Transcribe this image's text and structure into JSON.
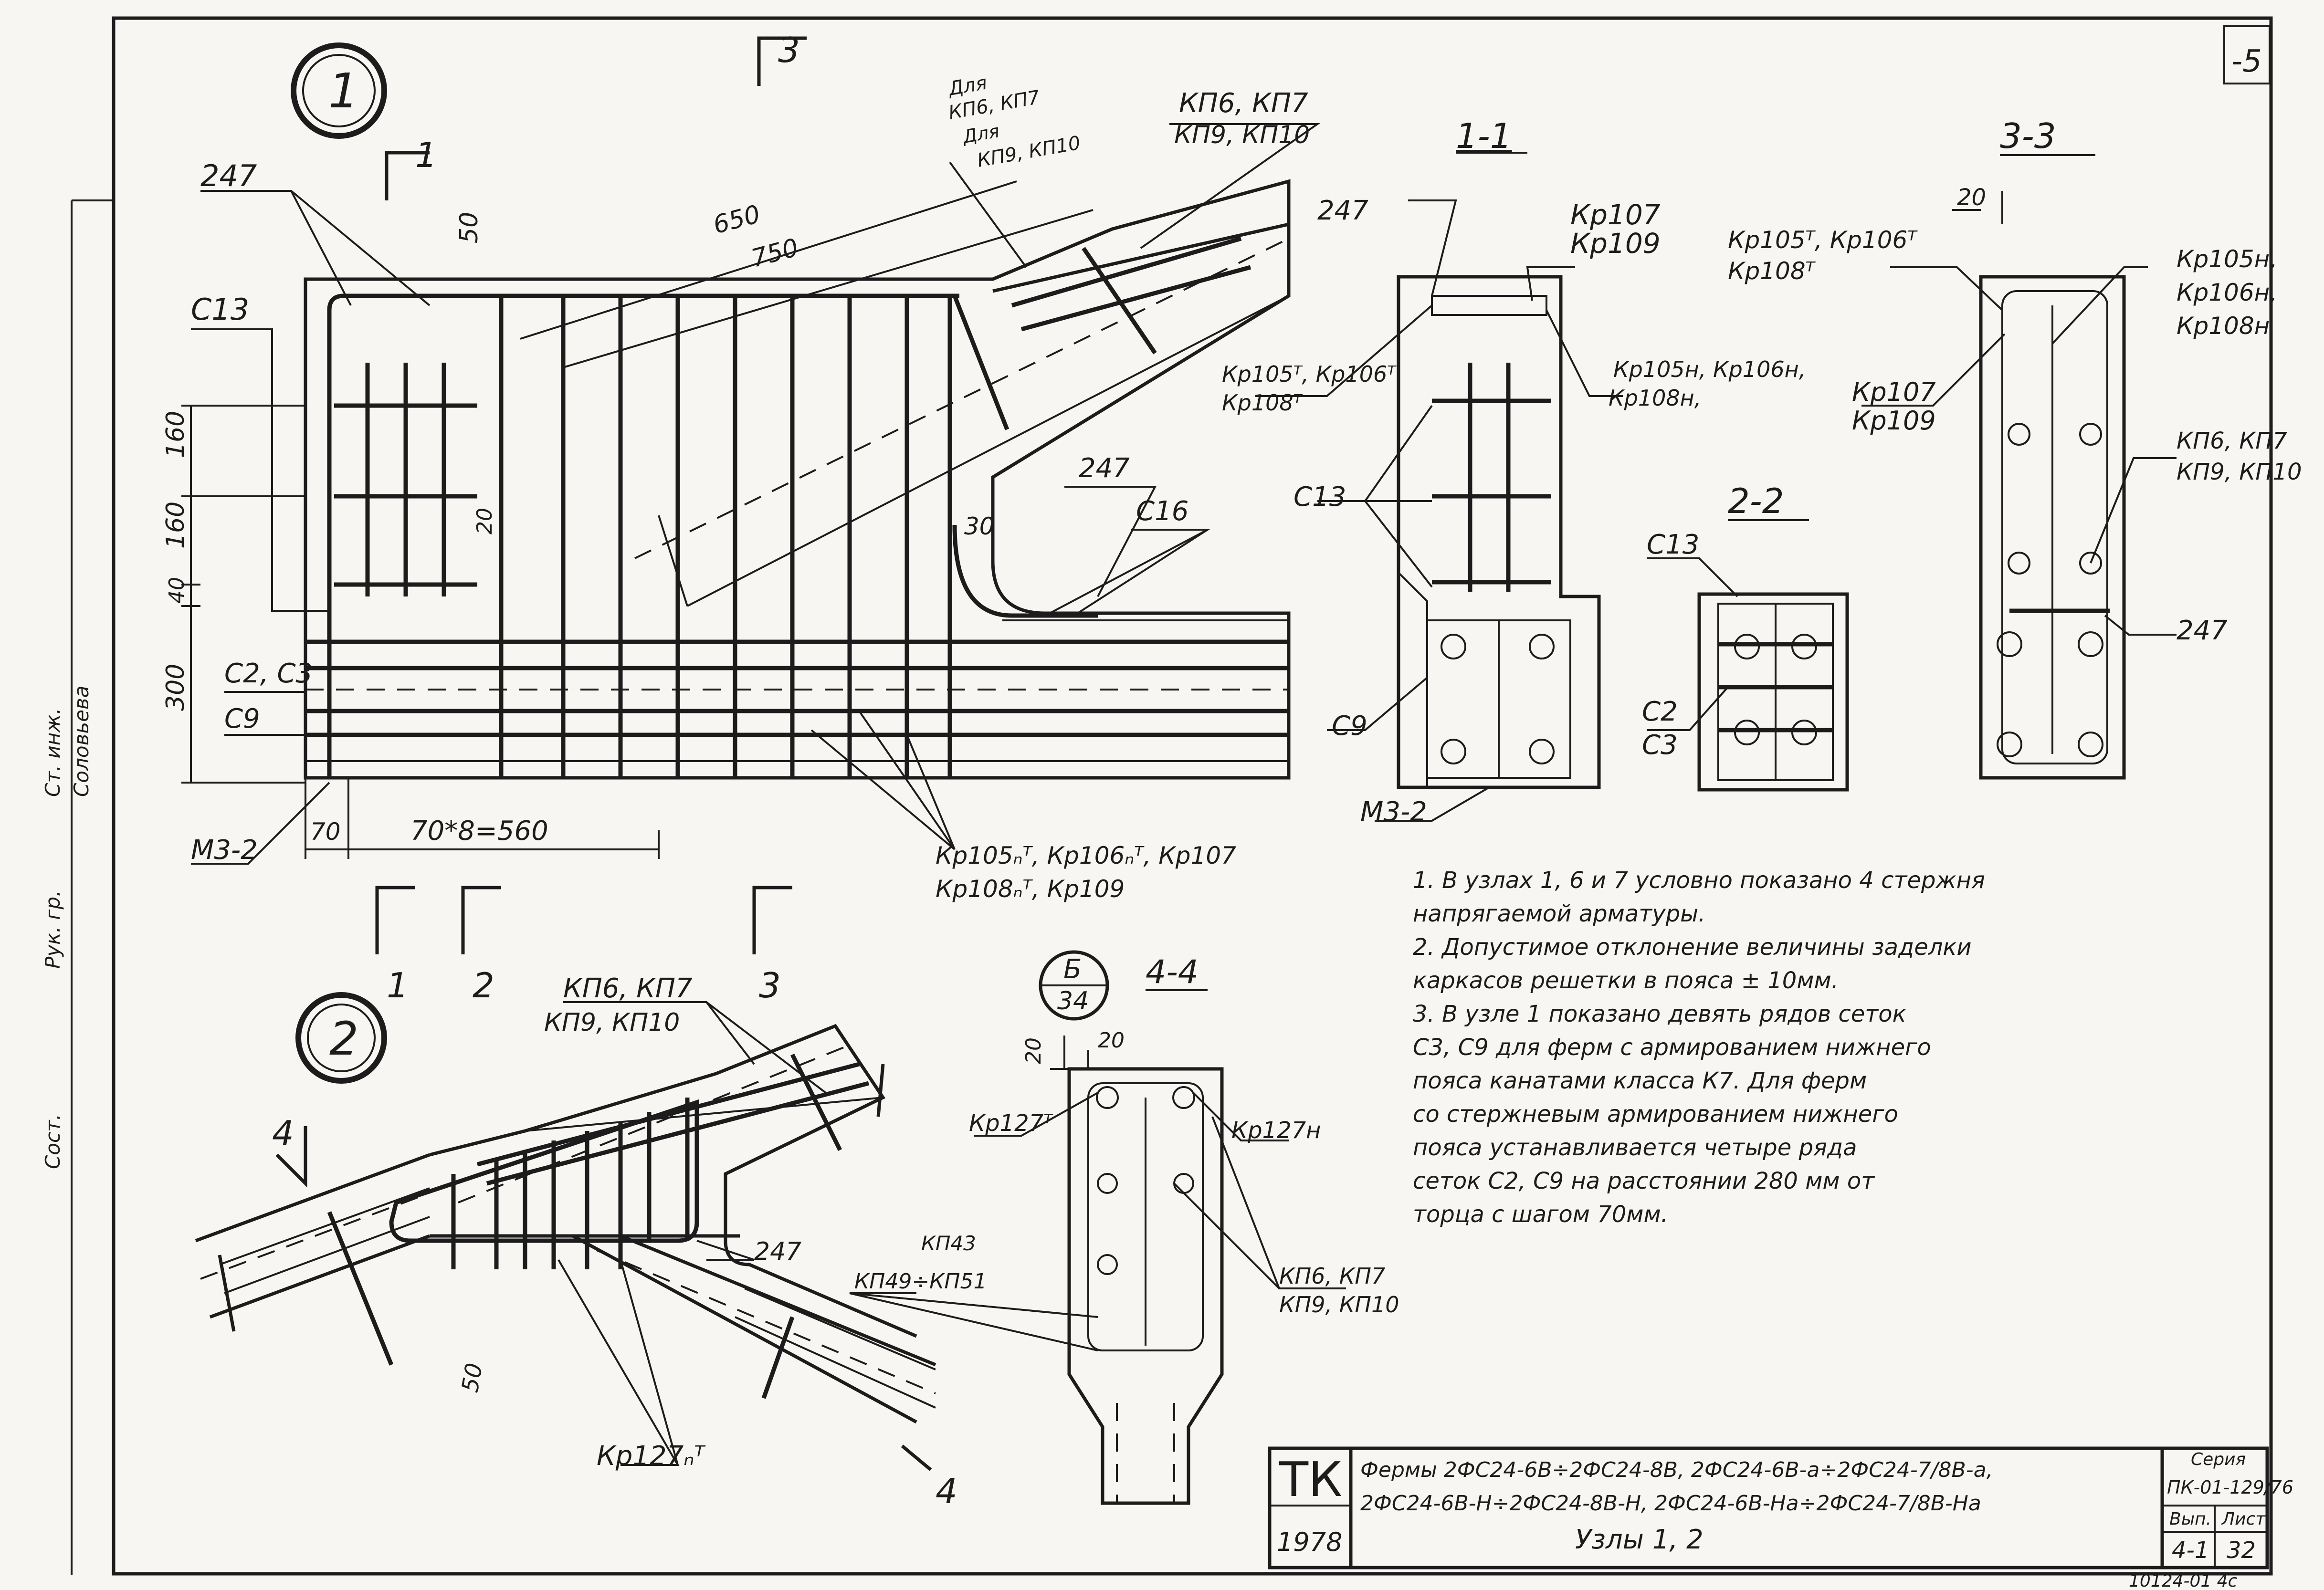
{
  "sheet": {
    "sheet_corner": "-5",
    "left_margin_text": [
      "Сост.",
      "Рук. гр.",
      "Ст. инж.",
      "Соловьева"
    ]
  },
  "node_1": {
    "badge": "1",
    "section_marks": [
      "1",
      "2",
      "3",
      "3"
    ],
    "dims": {
      "d50": "50",
      "d650": "650",
      "d750": "750",
      "d160a": "160",
      "d160b": "160",
      "d40": "40",
      "d300": "300",
      "d20": "20",
      "d70": "70",
      "d30": "30",
      "pitch": "70*8=560"
    },
    "labels": {
      "l247a": "247",
      "c13": "С13",
      "c2c3": "С2, С3",
      "c9": "С9",
      "m32": "М3-2",
      "kp6kp7": "КП6, КП7",
      "kp9kp10": "КП9, КП10",
      "note_a1": "Для",
      "note_a2": "КП6, КП7",
      "note_a3": "Для",
      "note_a4": "КП9, КП10",
      "l247b": "247",
      "c16": "С16",
      "kr_bottom1": "Кр105ₙᵀ, Кр106ₙᵀ, Кр107",
      "kr_bottom2": "Кр108ₙᵀ, Кр109"
    }
  },
  "section_1_1": {
    "title": "1-1",
    "labels": {
      "l247": "247",
      "kr107": "Кр107",
      "kr109": "Кр109",
      "krL1": "Кр105ᵀ, Кр106ᵀ",
      "krL2": "Кр108ᵀ",
      "krR1": "Кр105н, Кр106н,",
      "krR2": "Кр108н,",
      "c13": "С13",
      "c9": "С9",
      "m32": "М3-2"
    }
  },
  "section_2_2": {
    "title": "2-2",
    "labels": {
      "c13": "С13",
      "c2": "С2",
      "c3": "С3"
    }
  },
  "section_3_3": {
    "title": "3-3",
    "labels": {
      "d20": "20",
      "krT1": "Кр105ᵀ, Кр106ᵀ",
      "krT2": "Кр108ᵀ",
      "krR1": "Кр105н,",
      "krR2": "Кр106н,",
      "krR3": "Кр108н",
      "kr107": "Кр107",
      "kr109": "Кр109",
      "kp1": "КП6, КП7",
      "kp2": "КП9, КП10",
      "l247": "247"
    }
  },
  "node_2": {
    "badge": "2",
    "labels": {
      "kp6kp7": "КП6, КП7",
      "kp9kp10": "КП9, КП10",
      "m4": "4",
      "l247": "247",
      "d50": "50",
      "kr127": "Кр127ₙᵀ",
      "m4b": "4"
    }
  },
  "section_4_4": {
    "title": "4-4",
    "ref_top": "Б",
    "ref_bottom": "34",
    "labels": {
      "d20a": "20",
      "d20b": "20",
      "kr127t": "Кр127ᵀ",
      "kr127h": "Кр127н",
      "kp6kp7": "КП6, КП7",
      "kp9kp10": "КП9, КП10",
      "kp43": "КП43",
      "kp49": "КП49÷КП51"
    }
  },
  "notes": [
    "1. В узлах 1, 6 и 7 условно показано 4 стержня",
    "напрягаемой арматуры.",
    "2. Допустимое отклонение величины заделки",
    "каркасов решетки в пояса ± 10мм.",
    "3. В узле 1 показано девять рядов сеток",
    "С3, С9 для ферм с армированием нижнего",
    "пояса канатами класса К7. Для ферм",
    "со стержневым армированием нижнего",
    "пояса устанавливается четыре ряда",
    "сеток С2, С9 на расстоянии 280 мм от",
    "торца с шагом 70мм."
  ],
  "title_block": {
    "org": "ТК",
    "year": "1978",
    "line1": "Фермы 2ФС24-6В÷2ФС24-8В, 2ФС24-6В-а÷2ФС24-7/8В-а,",
    "line2": "2ФС24-6В-Н÷2ФС24-8В-Н, 2ФС24-6В-На÷2ФС24-7/8В-На",
    "line3": "Узлы 1, 2",
    "series_label": "Серия",
    "series": "ПК-01-129/76",
    "vol_label": "Вып.",
    "vol": "4-1",
    "sheet_label": "Лист",
    "sheet": "32",
    "footer": "10124-01 4с"
  }
}
